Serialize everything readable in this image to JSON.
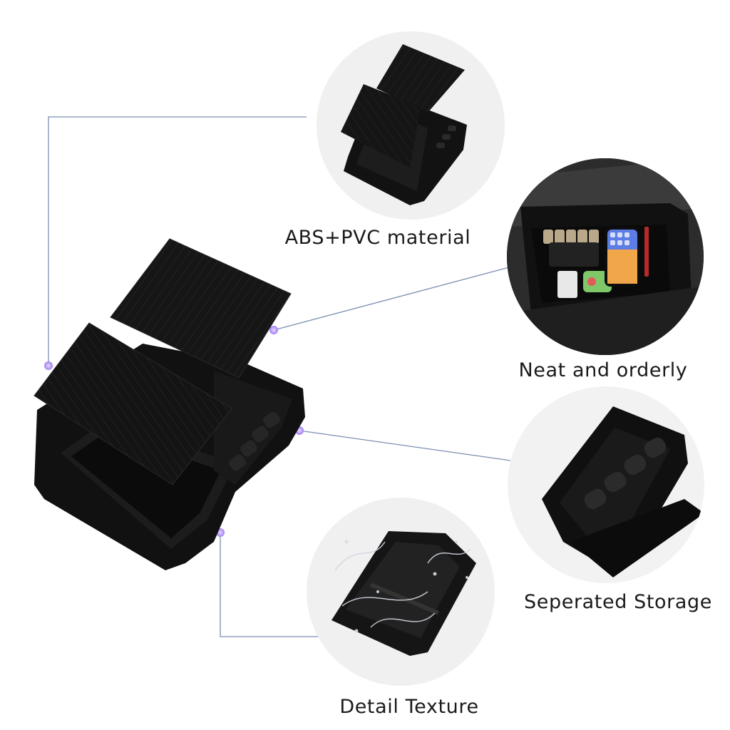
{
  "features": [
    {
      "id": "abs",
      "label": "ABS+PVC material",
      "icon": "organizer-lids-closeup-icon"
    },
    {
      "id": "neat",
      "label": "Neat and orderly",
      "icon": "organizer-installed-with-items-icon"
    },
    {
      "id": "sep",
      "label": "Seperated Storage",
      "icon": "storage-compartment-closeup-icon"
    },
    {
      "id": "detail",
      "label": "Detail Texture",
      "icon": "tray-with-water-splash-icon"
    }
  ],
  "colors": {
    "background": "#ffffff",
    "circle": "#f0f0f0",
    "connector": "#7a8fb0",
    "dot": "#b488ee",
    "product": "#151515",
    "text": "#1a1a1a"
  }
}
